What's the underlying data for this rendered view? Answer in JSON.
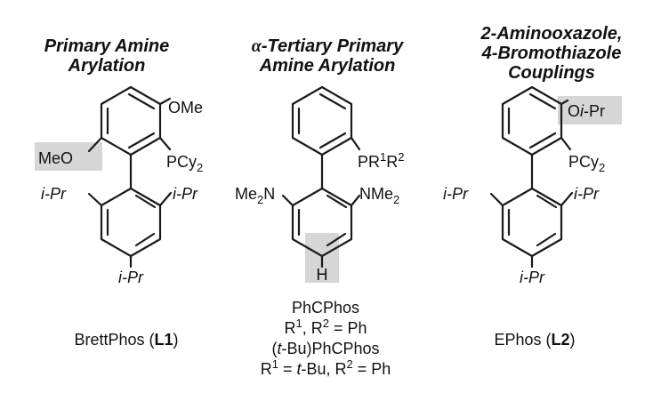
{
  "ligands": [
    {
      "title_lines": [
        "Primary Amine",
        "Arylation"
      ],
      "substituents": {
        "ome": "OMe",
        "meo": "MeO",
        "p": "PCy",
        "p_sub": "2",
        "ipr_left": "i-Pr",
        "ipr_right": "i-Pr",
        "ipr_bottom": "i-Pr"
      },
      "caption_name": "BrettPhos (",
      "caption_code": "L1",
      "caption_close": ")"
    },
    {
      "title_alpha": "α",
      "title_lines": [
        "-Tertiary Primary",
        "Amine Arylation"
      ],
      "substituents": {
        "p_a": "PR",
        "p_sup1": "1",
        "p_b": "R",
        "p_sup2": "2",
        "nme2_left_a": "Me",
        "nme2_left_sub": "2",
        "nme2_left_b": "N",
        "nme2_right_a": "NMe",
        "nme2_right_sub": "2",
        "h": "H"
      },
      "caption_lines": {
        "name1": "PhCPhos",
        "r_line_a": "R",
        "r_line_sup1": "1",
        "r_line_b": ", R",
        "r_line_sup2": "2",
        "r_line_c": " = Ph",
        "name2_a": "(",
        "name2_t": "t",
        "name2_b": "-Bu)PhCPhos",
        "r2_a": "R",
        "r2_sup1": "1",
        "r2_b": " = ",
        "r2_t": "t",
        "r2_c": "-Bu, R",
        "r2_sup2": "2",
        "r2_d": " = Ph"
      }
    },
    {
      "title_lines": [
        "2-Aminooxazole,",
        "4-Bromothiazole",
        "Couplings"
      ],
      "substituents": {
        "oipr_o": "O",
        "oipr_i": "i",
        "oipr_rest": "-Pr",
        "p": "PCy",
        "p_sub": "2",
        "ipr_left": "i-Pr",
        "ipr_right": "i-Pr",
        "ipr_bottom": "i-Pr"
      },
      "caption_name": "EPhos (",
      "caption_code": "L2",
      "caption_close": ")"
    }
  ]
}
